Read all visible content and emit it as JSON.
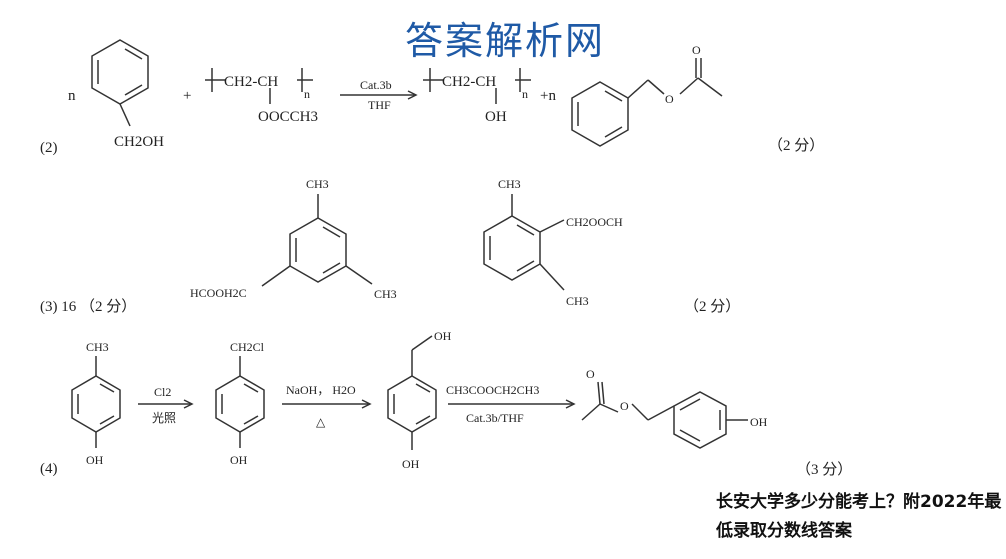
{
  "watermark": "答案解析网",
  "part2": {
    "label": "(2)",
    "n1": "n",
    "plus1": "+",
    "reagent1_sub": "CH2OH",
    "polymer1_chain": "CH2-CH",
    "polymer1_n": "n",
    "polymer1_side": "OOCCH3",
    "catalyst": "Cat.3b",
    "solvent": "THF",
    "polymer2_chain": "CH2-CH",
    "polymer2_n": "n",
    "polymer2_side": "OH",
    "plus_n": "+n",
    "product_o_top": "O",
    "product_o_mid": "O",
    "score": "（2 分）"
  },
  "part3": {
    "label": "(3) 16 （2 分）",
    "m1_top": "CH3",
    "m1_left": "HCOOH2C",
    "m1_right": "CH3",
    "m2_top": "CH3",
    "m2_side": "CH2OOCH",
    "m2_bottom": "CH3",
    "score": "（2 分）"
  },
  "part4": {
    "label": "(4)",
    "s1_top": "CH3",
    "s1_bottom": "OH",
    "r1_top": "Cl2",
    "r1_bottom": "光照",
    "s2_top": "CH2Cl",
    "s2_bottom": "OH",
    "r2_top": "NaOH， H2O",
    "r2_bottom": "△",
    "s3_top": "OH",
    "s3_bottom": "OH",
    "r3_top": "CH3COOCH2CH3",
    "r3_bottom": "Cat.3b/THF",
    "p_o1": "O",
    "p_o2": "O",
    "p_oh": "OH",
    "score": "（3 分）"
  },
  "footer": {
    "text": "长安大学多少分能考上？附2022年最低录取分数线答案"
  }
}
